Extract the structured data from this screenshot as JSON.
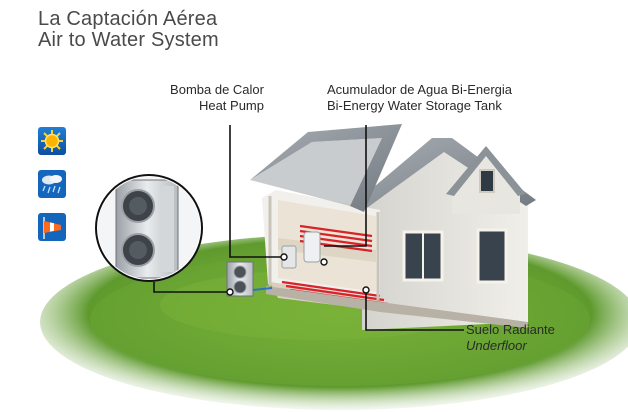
{
  "title": {
    "line1": "La Captación Aérea",
    "line2": "Air to Water System"
  },
  "labels": {
    "heat_pump_es": "Bomba de Calor",
    "heat_pump_en": "Heat Pump",
    "tank_es": "Acumulador de Agua Bi-Energia",
    "tank_en": "Bi-Energy Water Storage Tank",
    "floor_es": "Suelo Radiante",
    "floor_en": "Underfloor"
  },
  "weather_icons": [
    "sun-icon",
    "rain-icon",
    "windsock-icon"
  ],
  "colors": {
    "grass": "#5f9a2e",
    "roof": "#8e959c",
    "wall": "#e9e7e2",
    "heating_pipe": "#d8232a",
    "icon_bg": "#1b6fc2"
  }
}
